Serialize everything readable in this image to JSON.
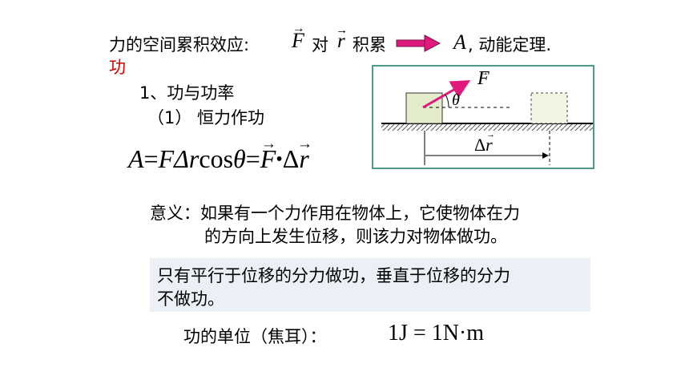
{
  "heading": {
    "prefix": "力的空间累积效应:",
    "F_symbol": "F",
    "dui": "对",
    "r_symbol": "r",
    "accumulate": "积累",
    "A_symbol": "A",
    "suffix": ", 动能定理.",
    "arrow_color": "#e0197d"
  },
  "topic_label": "功",
  "section": {
    "title": "1、功与功率",
    "subtitle": "（1） 恒力作功"
  },
  "formula": {
    "A": "A",
    "eq1": "=",
    "F": "F",
    "delta_r": "Δr",
    "cos": "cos",
    "theta": "θ",
    "eq2": "=",
    "F_vec": "F",
    "dot": "•",
    "delta": "Δ",
    "r_vec": "r"
  },
  "diagram": {
    "force_label": "F",
    "angle_label": "θ",
    "displacement_delta": "Δ",
    "displacement_r": "r",
    "force_color": "#e0197d",
    "block_color": "#e3eccb",
    "border_color": "#4d9a8a"
  },
  "meaning": {
    "line1": "意义：如果有一个力作用在物体上，它使物体在力",
    "line2": "的方向上发生位移，则该力对物体做功。"
  },
  "note": {
    "line1": "只有平行于位移的分力做功，垂直于位移的分力",
    "line2": "不做功。",
    "background": "#eaf0f6"
  },
  "unit": {
    "label": "功的单位（焦耳）：",
    "formula": "1J = 1N·m"
  }
}
